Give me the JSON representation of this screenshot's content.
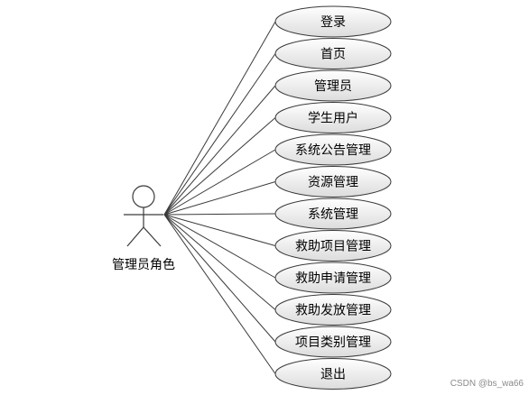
{
  "actor": {
    "label": "管理员角色"
  },
  "use_cases": [
    "登录",
    "首页",
    "管理员",
    "学生用户",
    "系统公告管理",
    "资源管理",
    "系统管理",
    "救助项目管理",
    "救助申请管理",
    "救助发放管理",
    "项目类别管理",
    "退出"
  ],
  "watermark": "CSDN @bs_wa66",
  "colors": {
    "ellipse_fill_top": "#ffffff",
    "ellipse_fill_bottom": "#dcdcdc",
    "stroke": "#3a3a3a"
  }
}
